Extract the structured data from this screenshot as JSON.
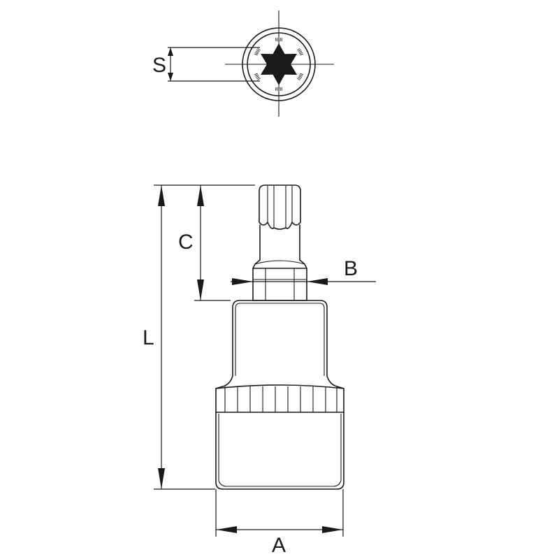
{
  "diagram": {
    "dimensions": {
      "s": "S",
      "c": "C",
      "b": "B",
      "l": "L",
      "a": "A"
    }
  }
}
